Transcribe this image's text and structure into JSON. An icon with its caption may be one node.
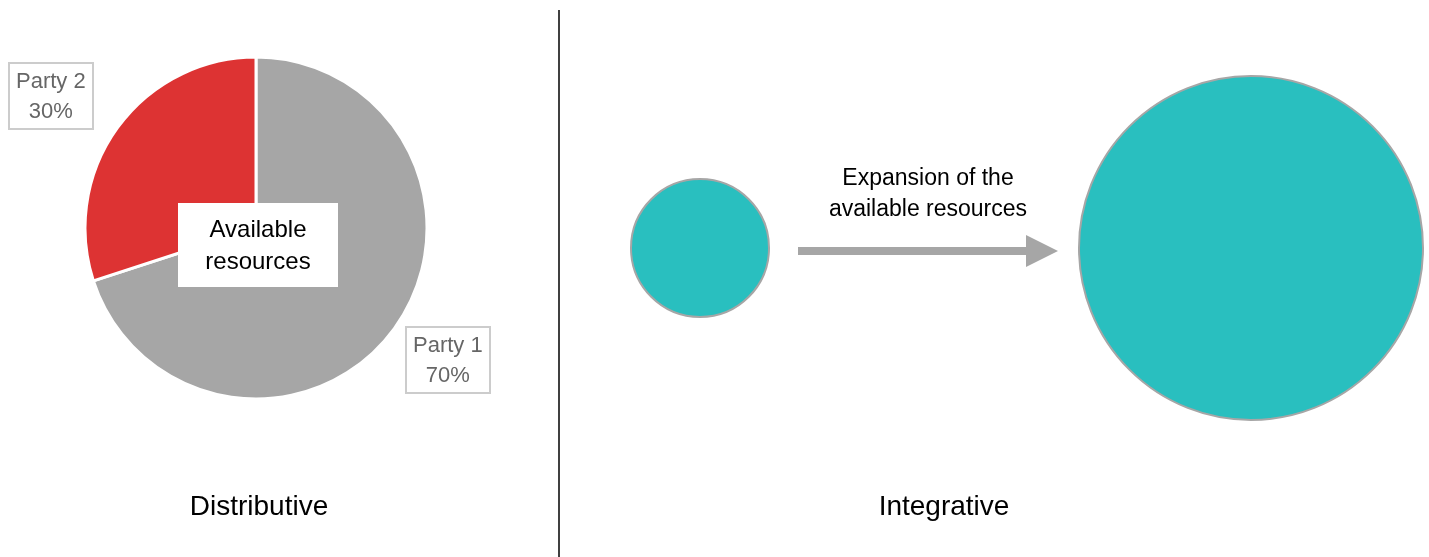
{
  "diagram": {
    "nodes": [
      {
        "text": [
          "Available resources"
        ]
      },
      {
        "text": [],
        "shape": "circle"
      },
      {
        "text": [],
        "shape": "circle"
      }
    ],
    "edges": [
      {
        "from": 1,
        "to": 2,
        "arrow": "to",
        "label": "Expansion of the available resources"
      }
    ],
    "labels": [
      "Distributive",
      "Integrative"
    ],
    "chart_data": {
      "type": "pie",
      "categories": [
        "Party 1",
        "Party 2"
      ],
      "values": [
        70,
        30
      ],
      "value_labels": [
        "70%",
        "30%"
      ],
      "data_labels": true
    }
  }
}
